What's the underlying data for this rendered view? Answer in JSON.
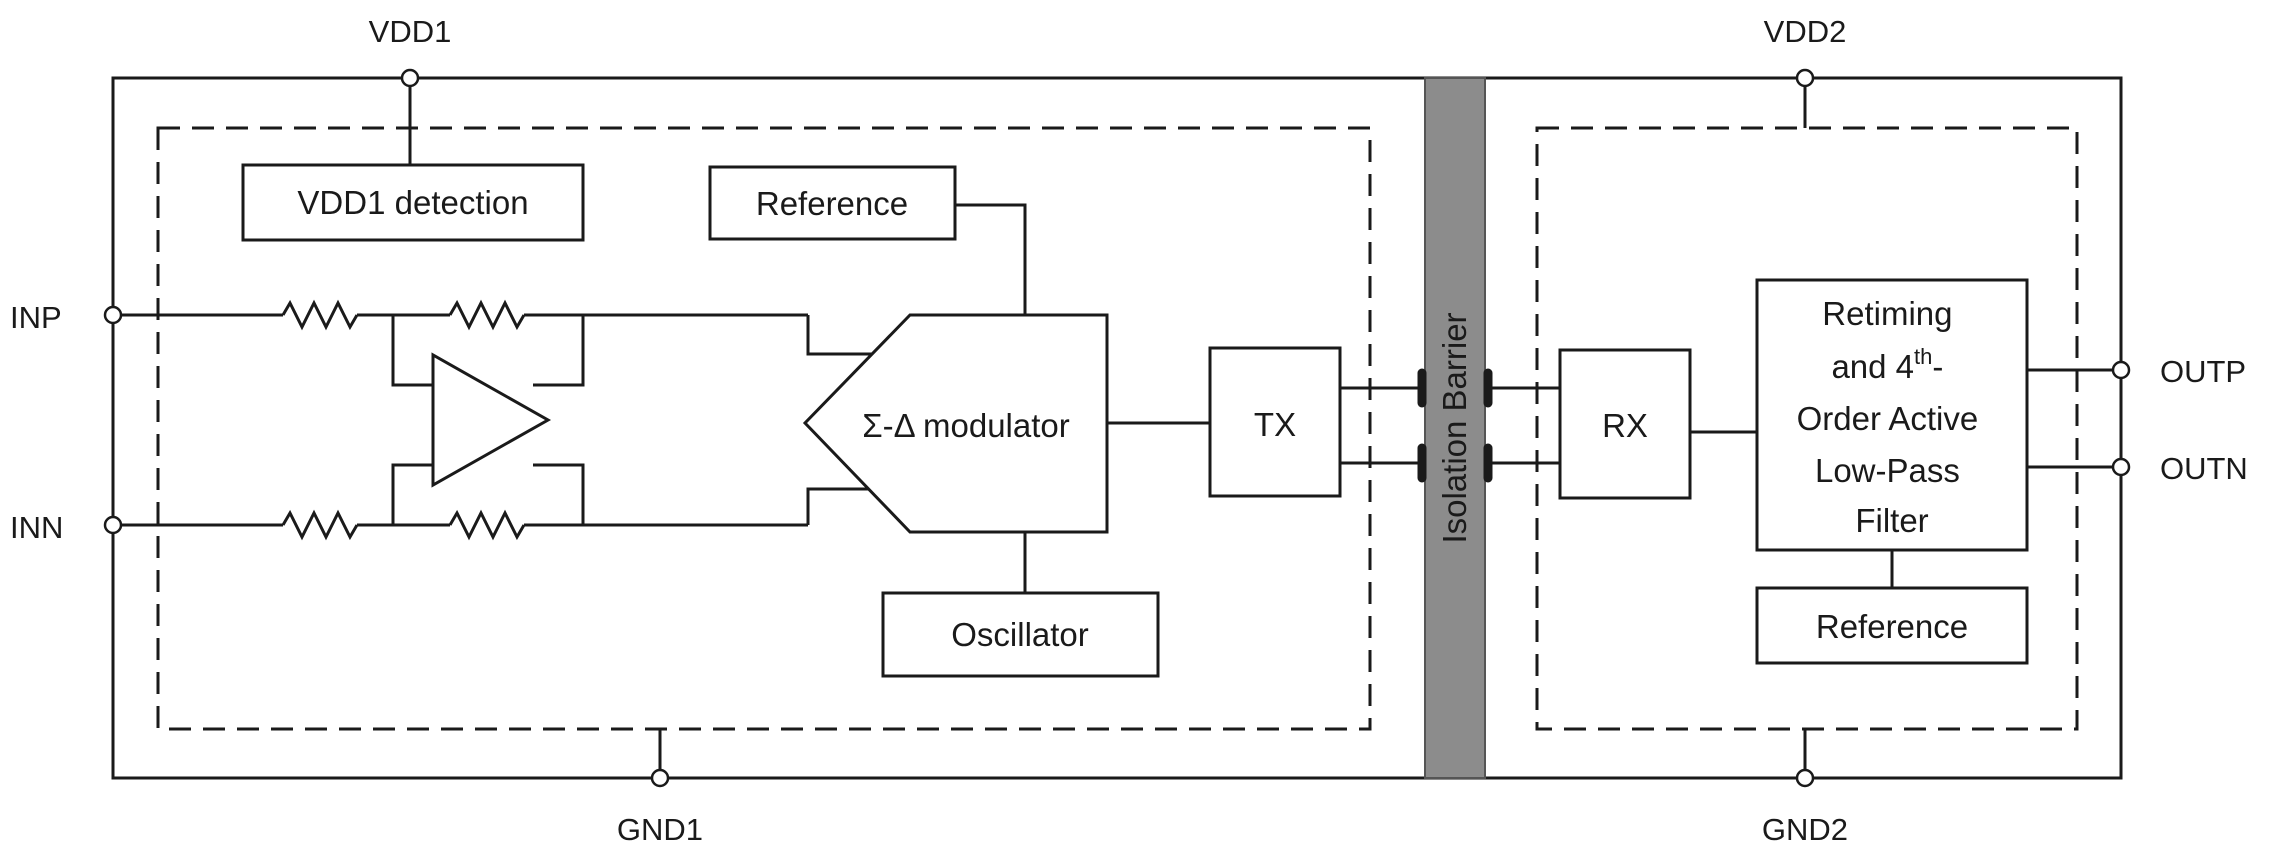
{
  "pins": {
    "vdd1": "VDD1",
    "vdd2": "VDD2",
    "gnd1": "GND1",
    "gnd2": "GND2",
    "inp": "INP",
    "inn": "INN",
    "outp": "OUTP",
    "outn": "OUTN"
  },
  "blocks": {
    "vdd1_detection": "VDD1 detection",
    "reference_left": "Reference",
    "modulator": "Σ-Δ modulator",
    "oscillator": "Oscillator",
    "tx": "TX",
    "rx": "RX",
    "filter_line1": "Retiming",
    "filter_line2_pre": "and 4",
    "filter_line2_sup": "th",
    "filter_line2_post": "-",
    "filter_line3": "Order Active",
    "filter_line4": "Low-Pass",
    "filter_line5": "Filter",
    "reference_right": "Reference"
  },
  "barrier": {
    "label": "Isolation Barrier",
    "color": "#8c8c8c"
  },
  "colors": {
    "line": "#1a1a1a",
    "background": "#ffffff"
  }
}
